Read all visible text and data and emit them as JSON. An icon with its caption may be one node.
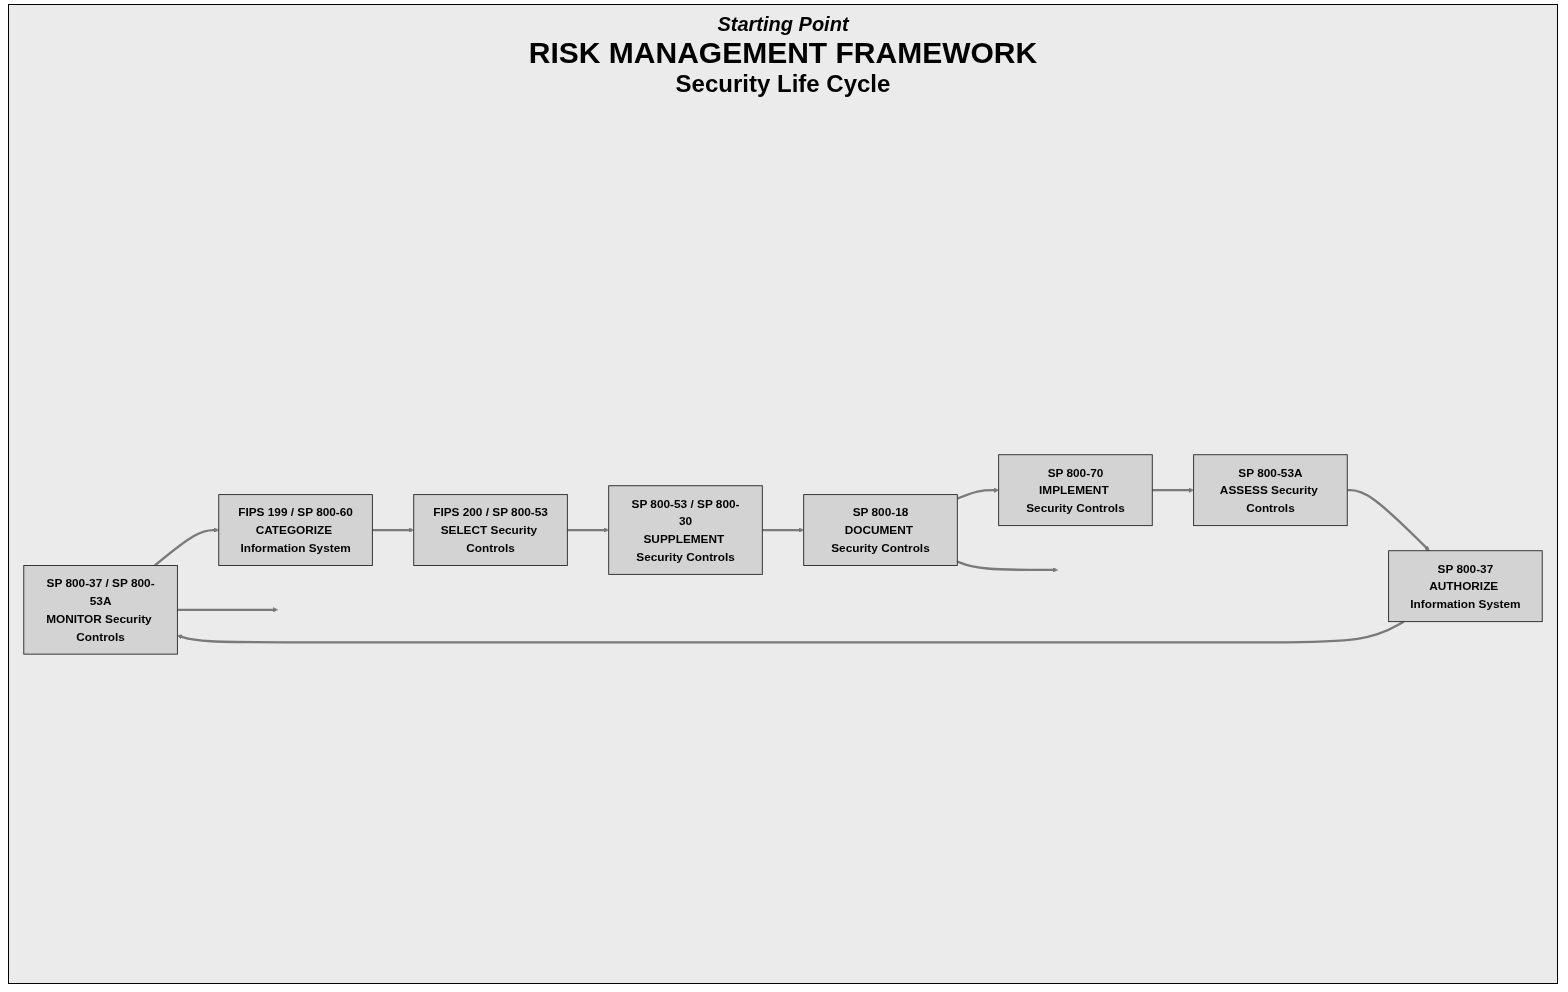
{
  "diagram": {
    "title": "RISK MANAGEMENT FRAMEWORK",
    "nodes": [
      {
        "text": [
          "SP 800-37 / SP 800-53A",
          "MONITOR Security Controls"
        ]
      },
      {
        "text": [
          "FIPS 199 / SP 800-60",
          "CATEGORIZE Information System"
        ]
      },
      {
        "text": [
          "FIPS 200 / SP 800-53",
          "SELECT Security Controls"
        ]
      },
      {
        "text": [
          "SP 800-37",
          "AUTHORIZE Information System"
        ]
      },
      {
        "text": [
          "SP 800-53 / SP 800-30",
          "SUPPLEMENT Security Controls"
        ]
      },
      {
        "text": [
          "SP 800-53A",
          "ASSESS Security Controls"
        ]
      },
      {
        "text": [
          "SP 800-70",
          "IMPLEMENT Security Controls"
        ]
      },
      {
        "text": [
          "SP 800-18",
          "DOCUMENT Security Controls"
        ]
      }
    ],
    "edges": [
      {
        "from": 0,
        "to": 1,
        "arrow": "to"
      },
      {
        "from": 1,
        "to": 2,
        "arrow": "to"
      },
      {
        "from": 2,
        "to": 4,
        "arrow": "to"
      },
      {
        "from": 4,
        "to": 7,
        "arrow": "to"
      },
      {
        "from": 7,
        "to": null,
        "arrow": "to"
      },
      {
        "from": 7,
        "to": 6,
        "arrow": "to"
      },
      {
        "from": 6,
        "to": 5,
        "arrow": "to"
      },
      {
        "from": 5,
        "to": 3,
        "arrow": "to"
      },
      {
        "from": 3,
        "to": 0,
        "arrow": "to"
      },
      {
        "from": 0,
        "to": null,
        "arrow": "to"
      }
    ],
    "labels": [
      "Starting Point",
      "Security Life Cycle"
    ]
  }
}
